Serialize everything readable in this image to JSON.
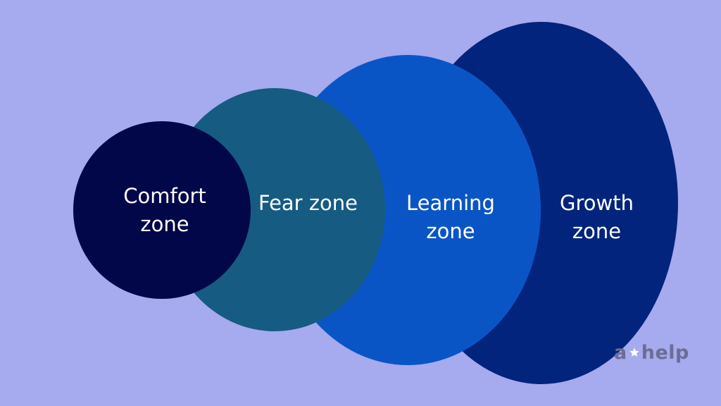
{
  "diagram": {
    "zones": [
      {
        "id": "comfort",
        "label_line1": "Comfort",
        "label_line2": "zone",
        "color": "#02074a"
      },
      {
        "id": "fear",
        "label_line1": "Fear zone",
        "label_line2": "",
        "color": "#155b82"
      },
      {
        "id": "learning",
        "label_line1": "Learning",
        "label_line2": "zone",
        "color": "#0a55c6"
      },
      {
        "id": "growth",
        "label_line1": "Growth",
        "label_line2": "zone",
        "color": "#03247c"
      }
    ],
    "background_color": "#a6aaee",
    "logo": {
      "prefix": "a",
      "suffix": "help",
      "star_color": "#ffffff",
      "text_color": "#6b6d94"
    }
  }
}
